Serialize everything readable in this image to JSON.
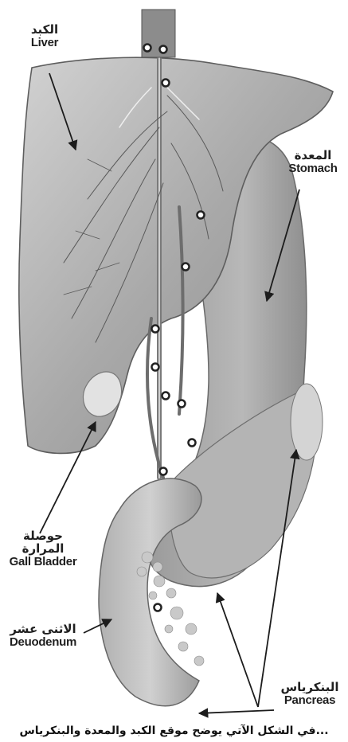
{
  "labels": {
    "liver": {
      "ar": "الكبد",
      "en": "Liver"
    },
    "stomach": {
      "ar": "المعدة",
      "en": "Stomach"
    },
    "gall_bladder": {
      "ar": "حوصلة المرارة",
      "en": "Gall Bladder"
    },
    "duodenum": {
      "ar": "الاثنى عشر",
      "en": "Deuodenum"
    },
    "pancreas": {
      "ar": "البنكرياس",
      "en": "Pancreas"
    }
  },
  "caption": "...في الشكل الآتي يوضح موقع الكبد والمعدة والبنكرياس"
}
